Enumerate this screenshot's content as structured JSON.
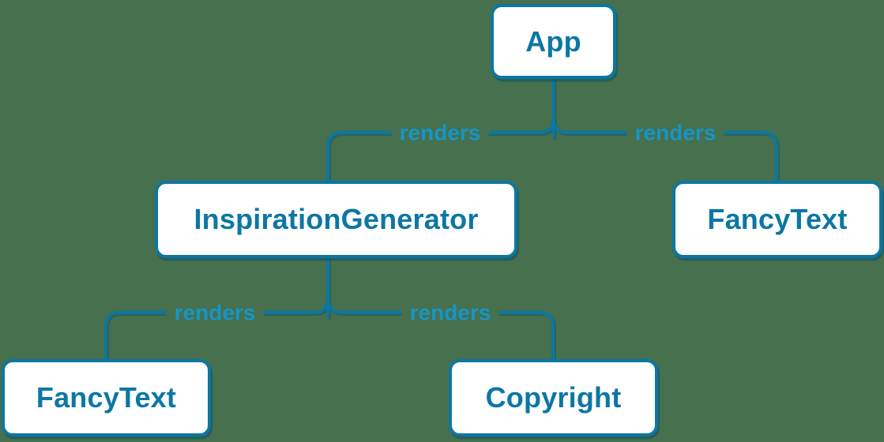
{
  "diagram": {
    "kind": "component-render-tree",
    "colors": {
      "background": "#46704E",
      "accent": "#0C77A3",
      "edge_label": "#1795C5",
      "node_fill": "#FFFFFF"
    },
    "nodes": [
      {
        "id": "app",
        "label": "App"
      },
      {
        "id": "inspiration-generator",
        "label": "InspirationGenerator"
      },
      {
        "id": "fancy-text-top",
        "label": "FancyText"
      },
      {
        "id": "fancy-text-bottom",
        "label": "FancyText"
      },
      {
        "id": "copyright",
        "label": "Copyright"
      }
    ],
    "edges": [
      {
        "from": "App",
        "to": "InspirationGenerator",
        "label": "renders"
      },
      {
        "from": "App",
        "to": "FancyText",
        "label": "renders"
      },
      {
        "from": "InspirationGenerator",
        "to": "FancyText",
        "label": "renders"
      },
      {
        "from": "InspirationGenerator",
        "to": "Copyright",
        "label": "renders"
      }
    ]
  }
}
